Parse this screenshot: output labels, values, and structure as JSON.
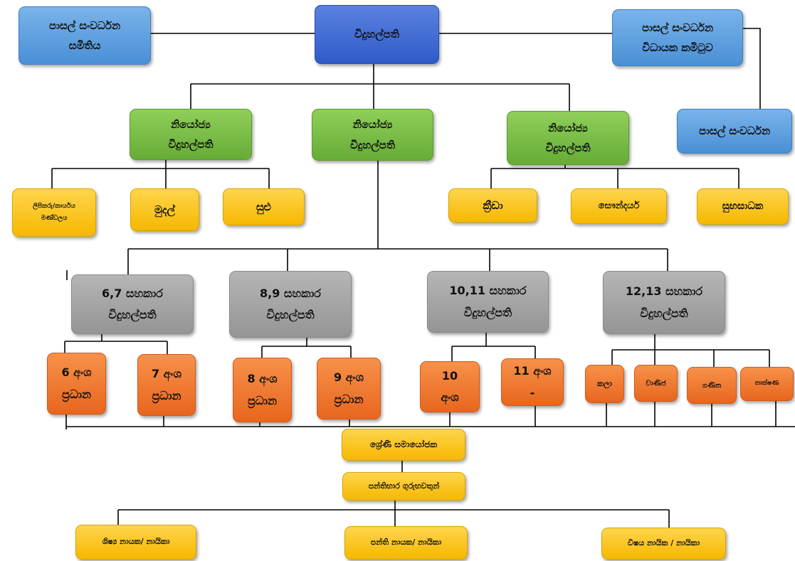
{
  "top": {
    "committee": [
      "පාසල් සංවර්ධන",
      "සමිතිය"
    ],
    "principal": "විදුහල්පති",
    "exec_committee": [
      "පාසල් සංවර්ධන",
      "විධායක කමිටුව"
    ],
    "development": "පාසල් සංවර්ධන"
  },
  "deputies": [
    [
      "නියෝජ්‍ය",
      "විදුහල්පති"
    ],
    [
      "නියෝජ්‍ය",
      "විදුහල්පති"
    ],
    [
      "නියෝජ්‍ය",
      "විදුහල්පති"
    ]
  ],
  "units_left": {
    "clerical": [
      "ලිපිකරු/කාර්යය",
      "මණ්ඩලය"
    ],
    "finance": "මුදල්",
    "welfare": "සුළු"
  },
  "units_right": {
    "sports": "ක්‍රීඩා",
    "aesthetic": "සෞන්දර්ය",
    "welfare_services": "සුභසාධක"
  },
  "assistants": [
    [
      "6,7 සහකාර",
      "විදුහල්පති"
    ],
    [
      "8,9 සහකාර",
      "විදුහල්පති"
    ],
    [
      "10,11 සහකාර",
      "විදුහල්පති"
    ],
    [
      "12,13 සහකාර",
      "විදුහල්පති"
    ]
  ],
  "grade_heads": [
    [
      "6 අංශ",
      "ප්‍රධාන"
    ],
    [
      "7 අංශ",
      "ප්‍රධාන"
    ],
    [
      "8 අංශ",
      "ප්‍රධාන"
    ],
    [
      "9 අංශ",
      "ප්‍රධාන"
    ],
    [
      "10",
      "අංශ"
    ],
    [
      "11 අංශ",
      "-"
    ]
  ],
  "streams": [
    "කලා",
    "වාණිජ",
    "ගණිත",
    "තාක්ෂණ"
  ],
  "coordinator": "ශ්‍රේණි සමායෝජක",
  "class_teachers": "පන්තිභාර ගුරුභවතුන්",
  "leaders": [
    "ශිෂ්‍ය නායක/ නායිකා",
    "පන්ති නායක/ නායිකා",
    "විෂය නායික / නායිකා"
  ],
  "colors": {
    "blue": "#5b9bd5",
    "dark_blue": "#3a62d0",
    "green": "#70ad47",
    "yellow": "#ffc000",
    "gray": "#a5a5a5",
    "orange": "#ed7d31"
  }
}
